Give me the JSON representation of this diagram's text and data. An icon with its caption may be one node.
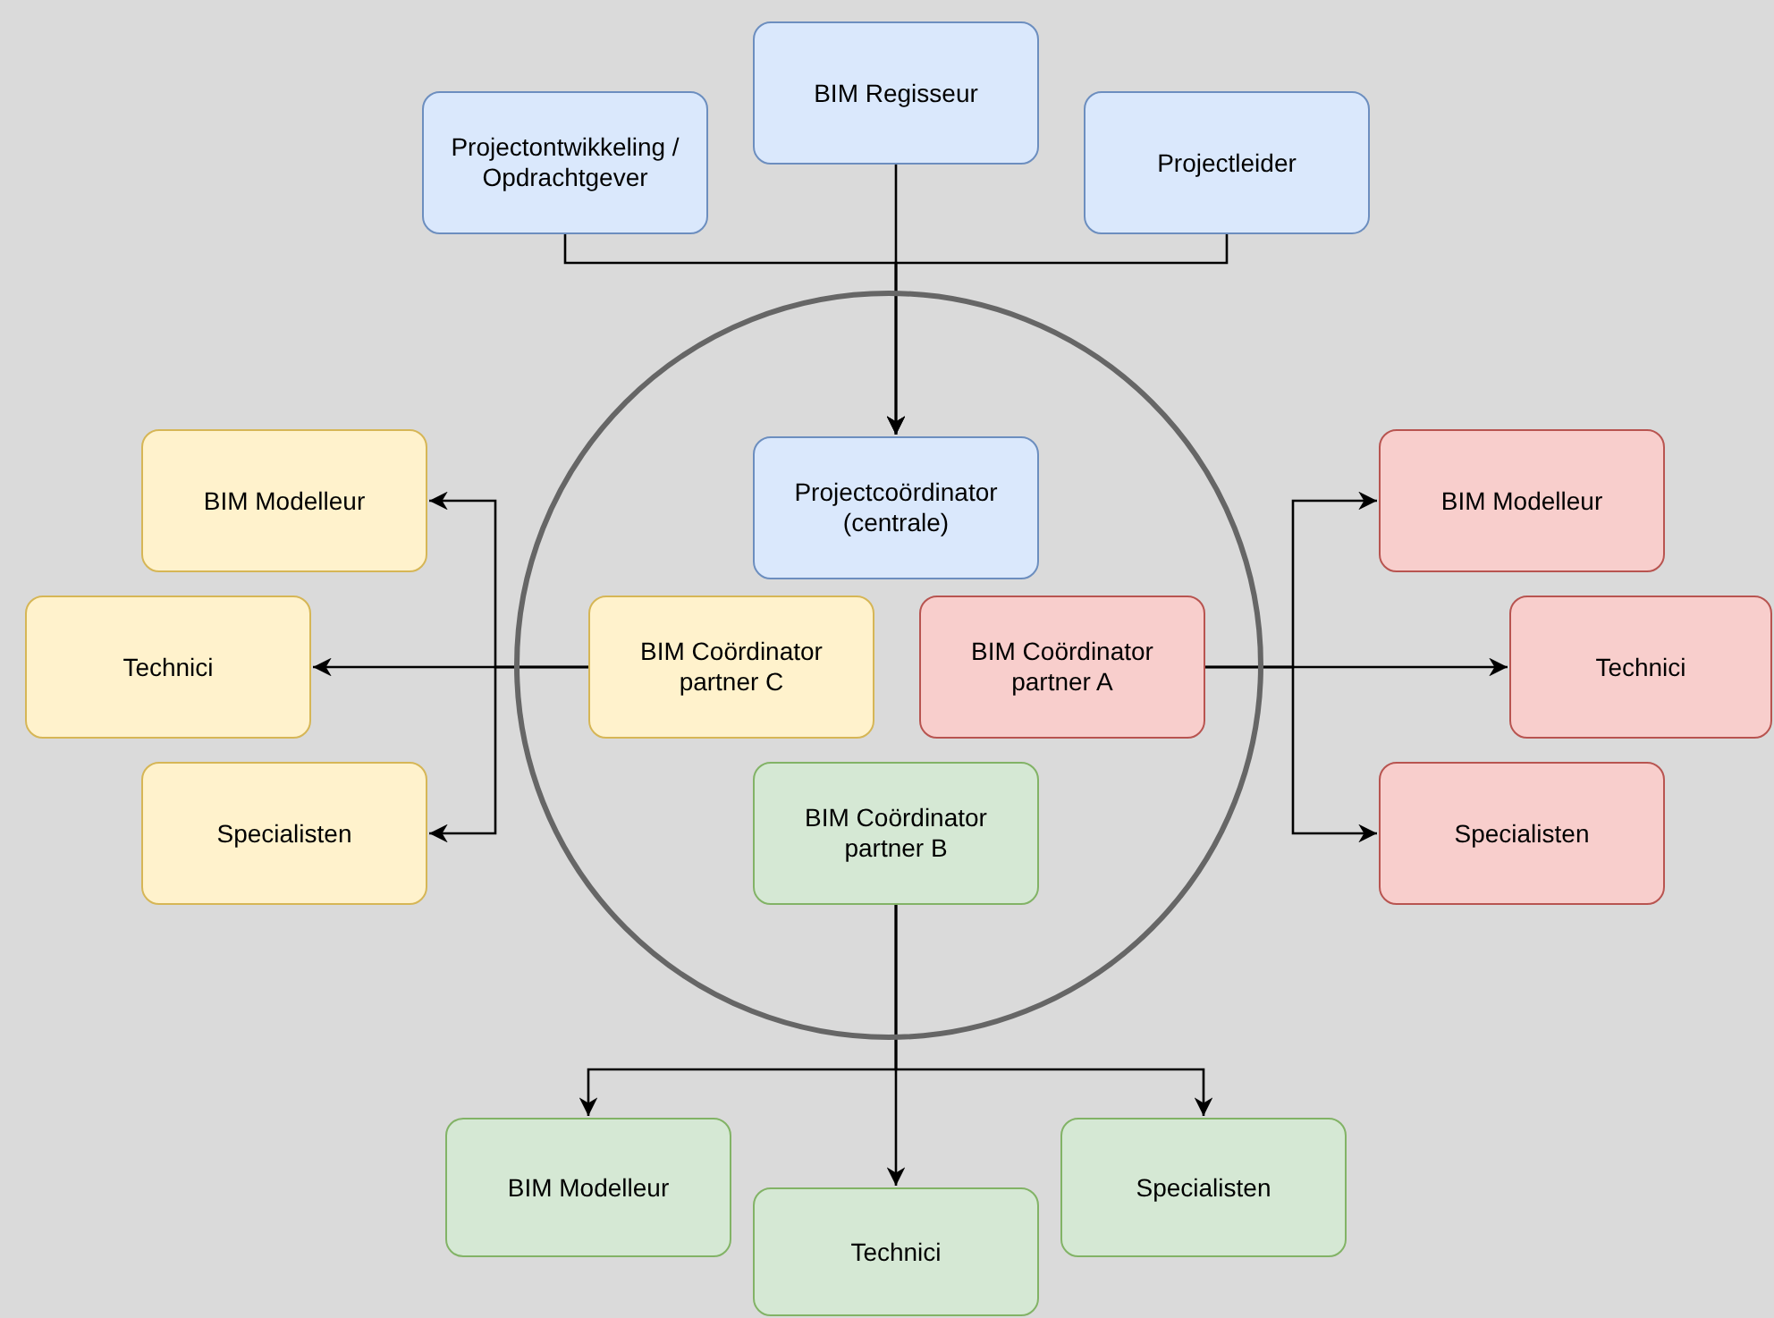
{
  "diagram": {
    "nodes": [
      {
        "text": [
          "Projectontwikkeling / Opdrachtgever"
        ]
      },
      {
        "text": [
          "BIM Regisseur"
        ]
      },
      {
        "text": [
          "Projectleider"
        ]
      },
      {
        "text": [],
        "shape": "circle"
      },
      {
        "text": [
          "Projectcoördinator (centrale)"
        ],
        "in": 3
      },
      {
        "text": [
          "BIM Coördinator partner C"
        ],
        "in": 3
      },
      {
        "text": [
          "BIM Coördinator partner A"
        ],
        "in": 3
      },
      {
        "text": [
          "BIM Coördinator partner B"
        ],
        "in": 3
      },
      {
        "text": [
          "BIM Modelleur"
        ]
      },
      {
        "text": [
          "Technici"
        ]
      },
      {
        "text": [
          "Specialisten"
        ]
      },
      {
        "text": [
          "BIM Modelleur"
        ]
      },
      {
        "text": [
          "Technici"
        ]
      },
      {
        "text": [
          "Specialisten"
        ]
      },
      {
        "text": [
          "BIM Modelleur"
        ]
      },
      {
        "text": [
          "Technici"
        ]
      },
      {
        "text": [
          "Specialisten"
        ]
      }
    ],
    "edges": [
      {
        "from": 0,
        "to": 4,
        "arrow": "to"
      },
      {
        "from": 1,
        "to": 4,
        "arrow": "to"
      },
      {
        "from": 2,
        "to": 4,
        "arrow": "to"
      },
      {
        "from": 5,
        "to": 8,
        "arrow": "to"
      },
      {
        "from": 5,
        "to": 9,
        "arrow": "to"
      },
      {
        "from": 5,
        "to": 10,
        "arrow": "to"
      },
      {
        "from": 6,
        "to": 11,
        "arrow": "to"
      },
      {
        "from": 6,
        "to": 12,
        "arrow": "to"
      },
      {
        "from": 6,
        "to": 13,
        "arrow": "to"
      },
      {
        "from": 7,
        "to": 14,
        "arrow": "to"
      },
      {
        "from": 7,
        "to": 15,
        "arrow": "to"
      },
      {
        "from": 7,
        "to": 16,
        "arrow": "to"
      }
    ]
  }
}
